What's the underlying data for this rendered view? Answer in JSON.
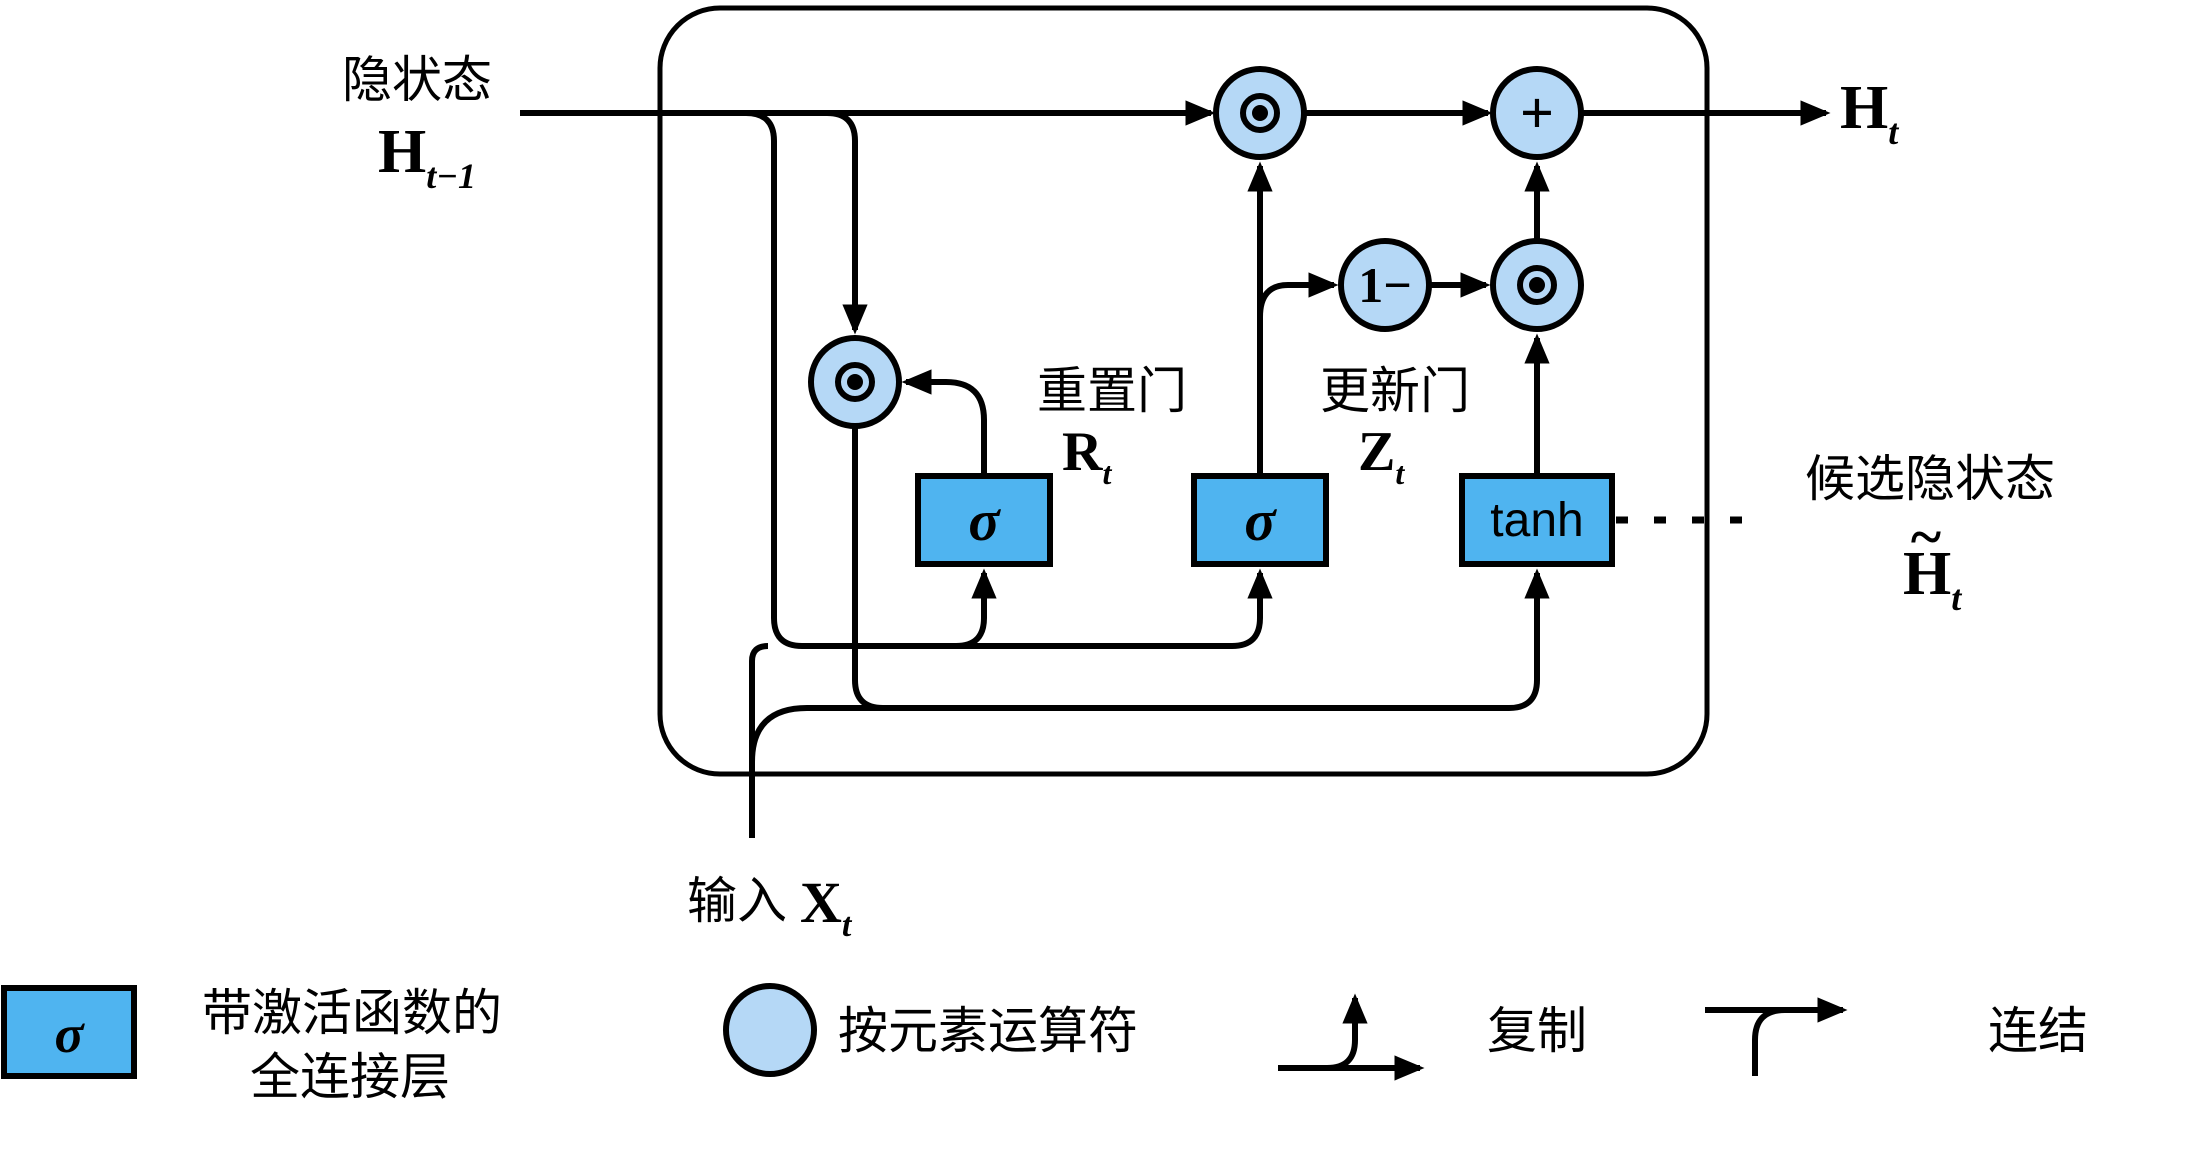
{
  "colors": {
    "line": "#000000",
    "box_fill": "#4FB4F0",
    "circle_fill": "#B5D8F6",
    "background": "#FFFFFF"
  },
  "icons": {
    "elementwise_multiply": "circled-dot",
    "copy": "branch-up-arrow",
    "concat": "merge-junction-arrow"
  },
  "labels": {
    "hidden_state_title": "隐状态",
    "hidden_state_symbol": "H",
    "hidden_state_sub": "t−1",
    "output_symbol": "H",
    "output_sub": "t",
    "input_title": "输入",
    "input_symbol": "X",
    "input_sub": "t",
    "reset_gate_title": "重置门",
    "reset_gate_symbol": "R",
    "reset_gate_sub": "t",
    "update_gate_title": "更新门",
    "update_gate_symbol": "Z",
    "update_gate_sub": "t",
    "candidate_title": "候选隐状态",
    "candidate_tilde": "~",
    "candidate_symbol": "H",
    "candidate_sub": "t"
  },
  "nodes": {
    "sigma1": "σ",
    "sigma2": "σ",
    "tanh": "tanh",
    "one_minus": "1−",
    "plus": "+"
  },
  "legend": {
    "fc_symbol": "σ",
    "fc_line1": "带激活函数的",
    "fc_line2": "全连接层",
    "elementwise_label": "按元素运算符",
    "copy_label": "复制",
    "concat_label": "连结"
  }
}
